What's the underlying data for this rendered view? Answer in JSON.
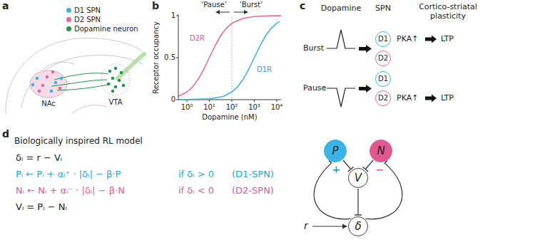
{
  "diagram": {
    "nodes": [
      {
        "text": [
          "D1"
        ]
      },
      {
        "text": [
          "D2"
        ]
      },
      {
        "text": [
          "D1"
        ]
      },
      {
        "text": [
          "D2"
        ]
      },
      {
        "text": [
          "P"
        ]
      },
      {
        "text": [
          "N"
        ]
      },
      {
        "text": [
          "V"
        ]
      },
      {
        "text": [
          "δ"
        ]
      }
    ],
    "edges": [
      {
        "from": 4,
        "to": 6,
        "arrow": "to",
        "label": "+"
      },
      {
        "from": 5,
        "to": 6,
        "arrow": "to",
        "label": "−"
      },
      {
        "from": 6,
        "to": 7,
        "arrow": "to"
      },
      {
        "from": 7,
        "to": 4,
        "arrow": "to"
      },
      {
        "from": 7,
        "to": 5,
        "arrow": "to"
      }
    ],
    "labels": [
      "a",
      "b",
      "c",
      "d",
      "NAc",
      "VTA",
      "‘Pause’",
      "‘Burst’",
      "Receptor occupancy",
      "0",
      "0.5",
      "1",
      "10⁰",
      "10¹",
      "10²",
      "10³",
      "10⁴",
      "Dopamine (nM)",
      "D2R",
      "D1R",
      "Dopamine",
      "SPN",
      "Cortico-striatal plasticity",
      "Burst",
      "Pause",
      "PKA↑",
      "LTP",
      "PKA↑",
      "LTP",
      "Biologically inspired RL model",
      "δᵢ = r − Vᵢ",
      "Pᵢ ← Pᵢ + αᵢ⁺ · |δᵢ| − β·P",
      "if δᵢ > 0",
      "(D1-SPN)",
      "Nᵢ ← Nᵢ + αᵢ⁻ · |δᵢ| − β·N",
      "if δᵢ < 0",
      "(D2-SPN)",
      "Vᵢ = Pᵢ − Nᵢ",
      "r"
    ],
    "legend": [
      {
        "text": "D1 SPN",
        "color": "#3ab4e5"
      },
      {
        "text": "D2 SPN",
        "color": "#e8669f"
      },
      {
        "text": "Dopamine neuron",
        "color": "#1b9a4b"
      }
    ]
  }
}
